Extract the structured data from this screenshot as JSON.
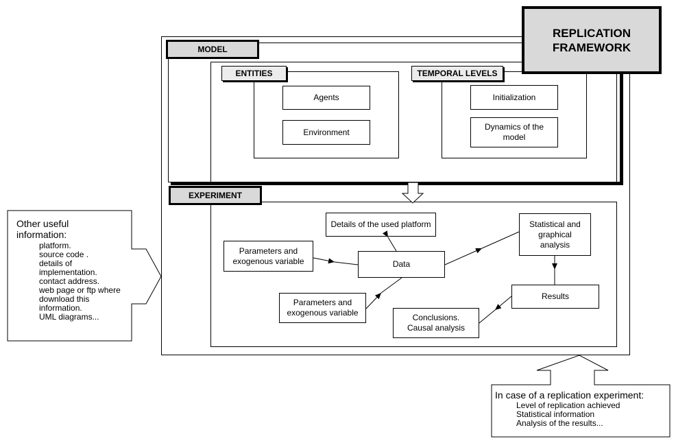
{
  "framework": {
    "title_line1": "REPLICATION",
    "title_line2": "FRAMEWORK"
  },
  "model": {
    "header": "MODEL",
    "entities": {
      "header": "ENTITIES",
      "items": [
        "Agents",
        "Environment"
      ]
    },
    "temporal": {
      "header": "TEMPORAL LEVELS",
      "items": [
        "Initialization",
        "Dynamics of the model"
      ]
    }
  },
  "experiment": {
    "header": "EXPERIMENT",
    "platform": "Details of the used platform",
    "params_top": "Parameters and exogenous variable",
    "params_bottom": "Parameters and exogenous variable",
    "data": "Data",
    "analysis": "Statistical and graphical analysis",
    "results": "Results",
    "conclusions": "Conclusions. Causal analysis"
  },
  "other_info": {
    "title_line1": "Other useful",
    "title_line2": "information:",
    "items": [
      "platform.",
      "source code .",
      "details of",
      "implementation.",
      "contact address.",
      "web page or ftp where",
      "download this",
      "information.",
      "UML diagrams..."
    ]
  },
  "replication_case": {
    "title": "In case of a replication experiment:",
    "items": [
      "Level of replication achieved",
      "Statistical information",
      "Analysis of the results..."
    ]
  }
}
